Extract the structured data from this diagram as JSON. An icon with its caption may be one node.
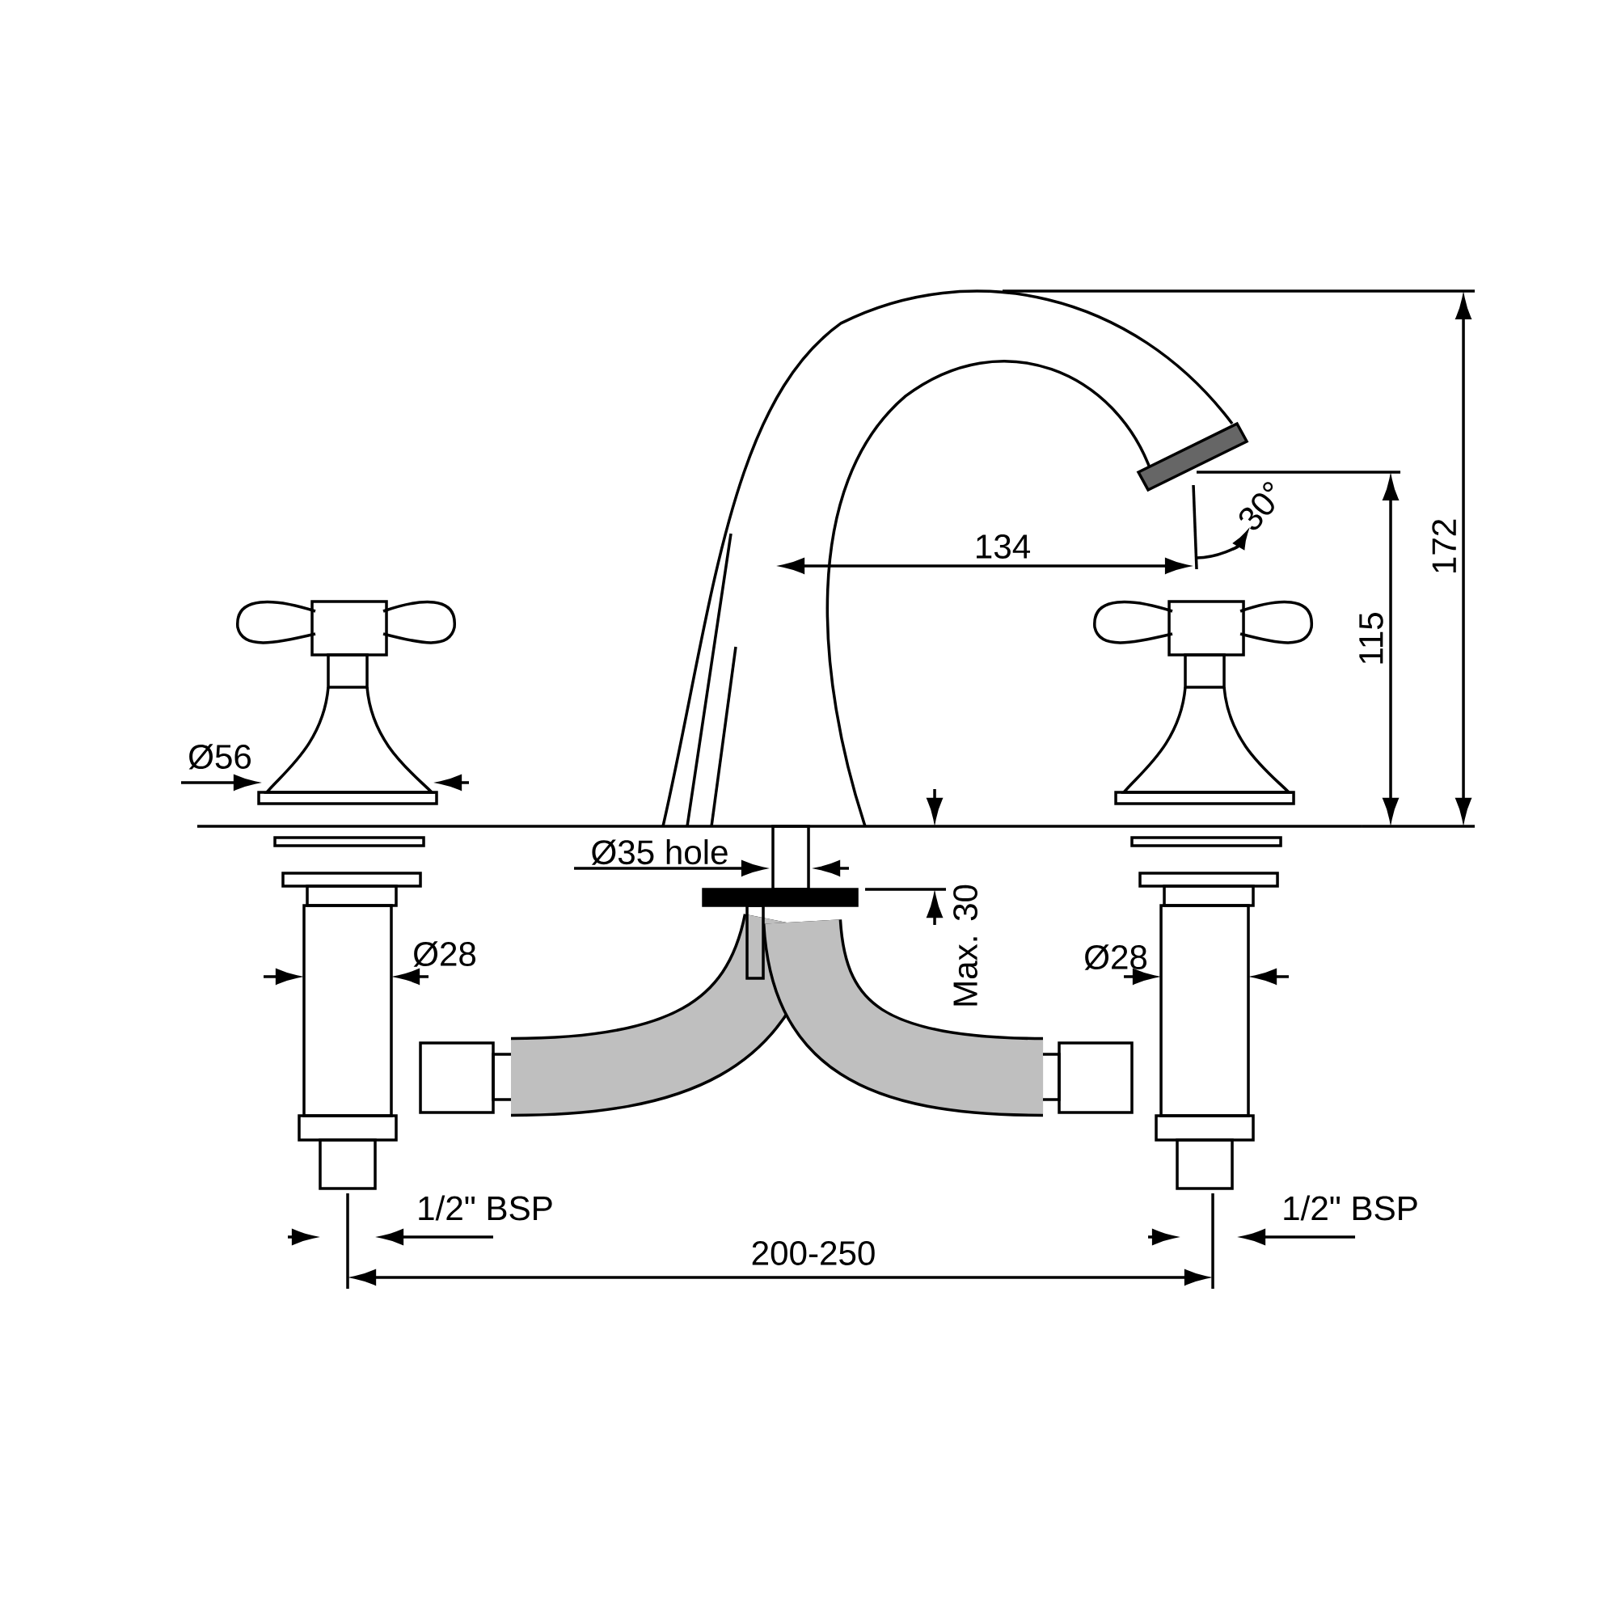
{
  "diagram": {
    "labels": [
      "172",
      "30°",
      "134",
      "115",
      "Ø56",
      "Ø35 hole",
      "Max. 30",
      "Ø28",
      "Ø28",
      "1/2\" BSP",
      "1/2\" BSP",
      "200-250"
    ]
  }
}
